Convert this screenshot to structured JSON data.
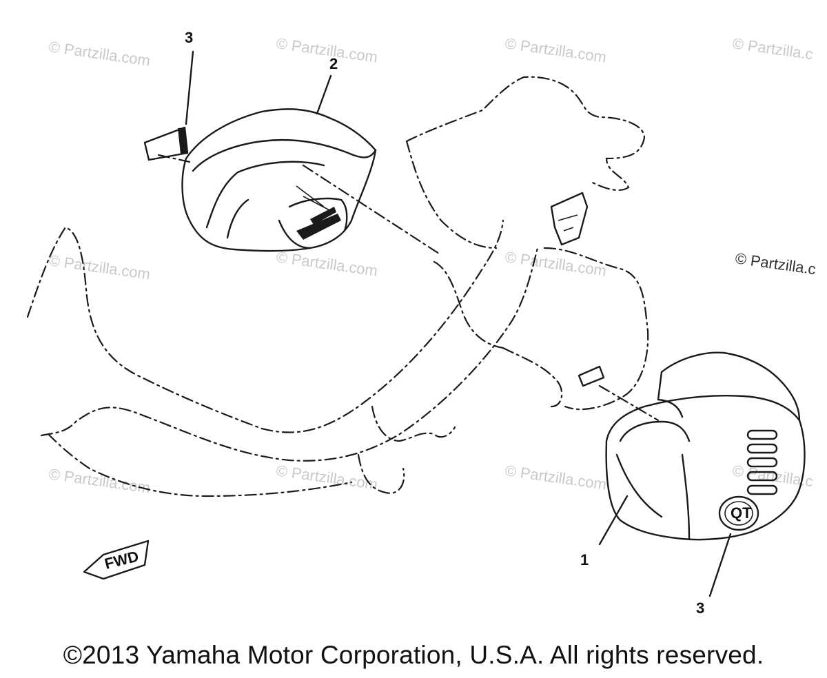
{
  "watermarks": [
    "© Partzilla.com",
    "© Partzilla.com",
    "© Partzilla.com",
    "© Partzilla.c",
    "© Partzilla.com",
    "© Partzilla.com",
    "© Partzilla.com",
    "© Partzilla.com",
    "© Partzilla.com",
    "© Partzilla.com",
    "© Partzilla.c"
  ],
  "watermark_right": "© Partzilla.c",
  "callouts": {
    "part_1": "1",
    "part_2": "2",
    "part_3_top": "3",
    "part_3_bottom": "3"
  },
  "fwd_label": "FWD",
  "emblem_label": "QT",
  "copyright": "©2013  Yamaha Motor Corporation, U.S.A. All rights reserved."
}
